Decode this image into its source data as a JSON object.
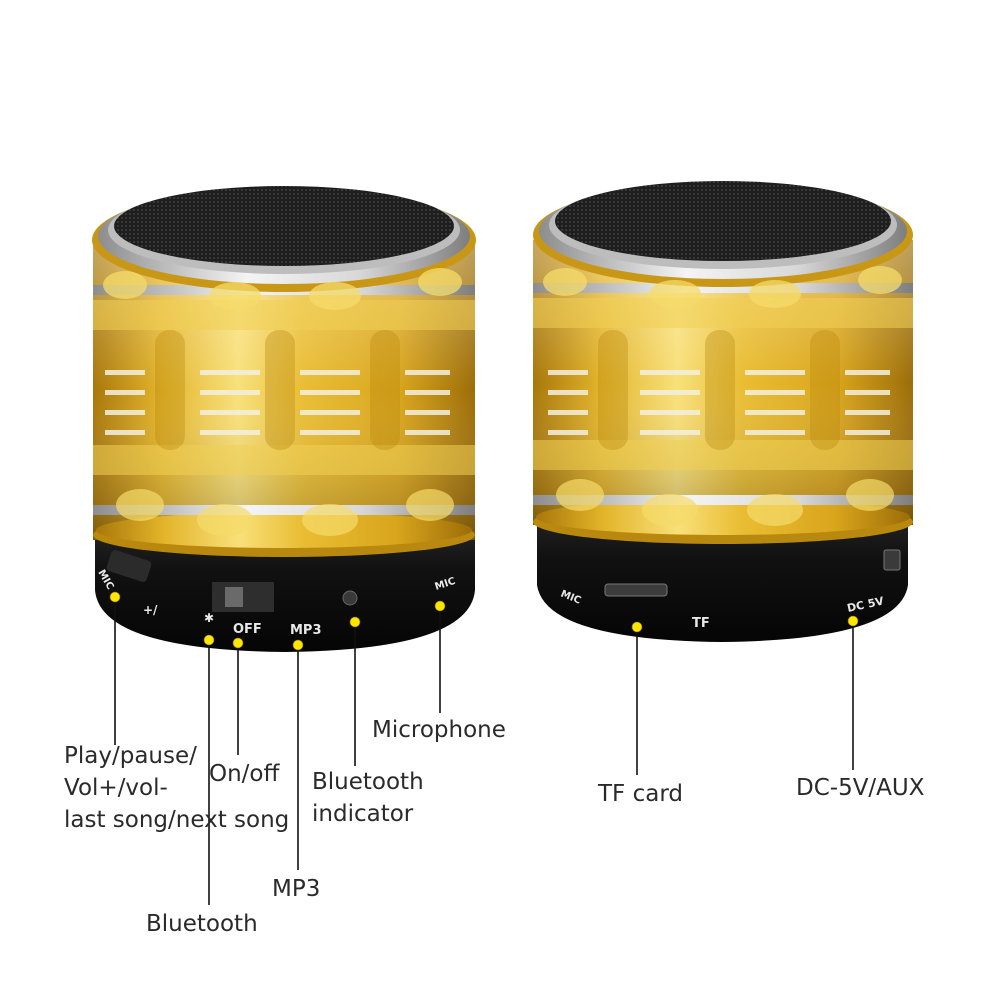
{
  "colors": {
    "gold_light": "#f6dc6a",
    "gold_mid": "#dcab1e",
    "gold_dark": "#a8770a",
    "base_black": "#151515",
    "dot_yellow": "#ffe600",
    "line": "#111111"
  },
  "left_speaker": {
    "printed_markings": {
      "mic_left": "MIC",
      "controls": "+/",
      "bluetooth_symbol": "✱",
      "off": "OFF",
      "mp3": "MP3",
      "mic_right": "MIC"
    }
  },
  "right_speaker": {
    "printed_markings": {
      "mic": "MIC",
      "tf": "TF",
      "dc5v": "DC 5V"
    }
  },
  "callouts": {
    "play_pause": "Play/pause/\nVol+/vol-\nlast song/next song",
    "bluetooth": "Bluetooth",
    "on_off": "On/off",
    "mp3": "MP3",
    "bluetooth_indicator": "Bluetooth\nindicator",
    "microphone": "Microphone",
    "tf_card": "TF card",
    "dc5v_aux": "DC-5V/AUX"
  }
}
